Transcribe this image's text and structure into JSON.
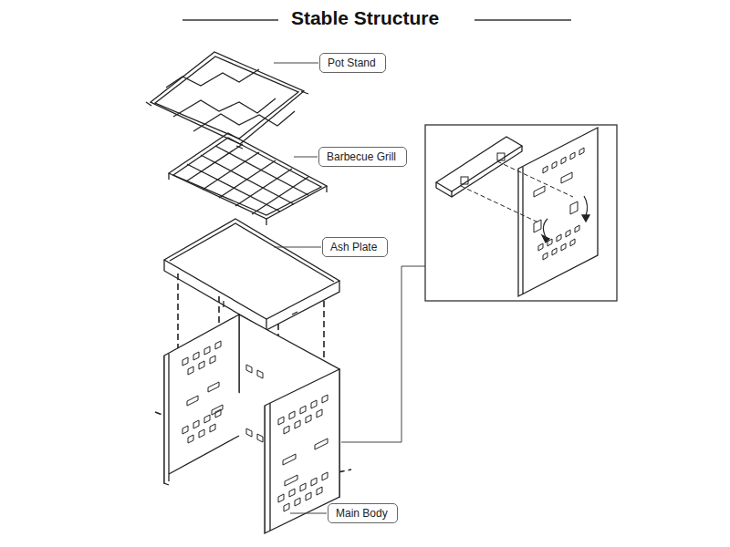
{
  "diagram": {
    "title": "Stable Structure",
    "nodes": [
      {
        "text": [
          "Pot Stand"
        ]
      },
      {
        "text": [
          "Barbecue Grill"
        ]
      },
      {
        "text": [
          "Ash Plate"
        ]
      },
      {
        "text": [
          "Main Body"
        ]
      }
    ]
  }
}
